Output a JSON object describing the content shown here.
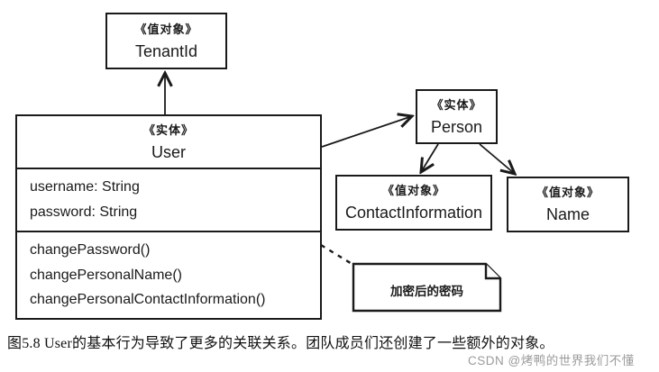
{
  "diagram": {
    "tenant_id_box": {
      "stereotype": "《值对象》",
      "name": "TenantId"
    },
    "user_box": {
      "stereotype": "《实体》",
      "name": "User",
      "attributes": [
        "username: String",
        "password: String"
      ],
      "methods": [
        "changePassword()",
        "changePersonalName()",
        "changePersonalContactInformation()"
      ]
    },
    "person_box": {
      "stereotype": "《实体》",
      "name": "Person"
    },
    "contact_information_box": {
      "stereotype": "《值对象》",
      "name": "ContactInformation"
    },
    "name_box": {
      "stereotype": "《值对象》",
      "name": "Name"
    },
    "note": {
      "text": "加密后的密码"
    }
  },
  "caption": "图5.8 User的基本行为导致了更多的关联关系。团队成员们还创建了一些额外的对象。",
  "watermark": "CSDN @烤鸭的世界我们不懂",
  "colors": {
    "line": "#1a1a1a",
    "background": "#ffffff",
    "watermark": "#9b9b9b"
  }
}
